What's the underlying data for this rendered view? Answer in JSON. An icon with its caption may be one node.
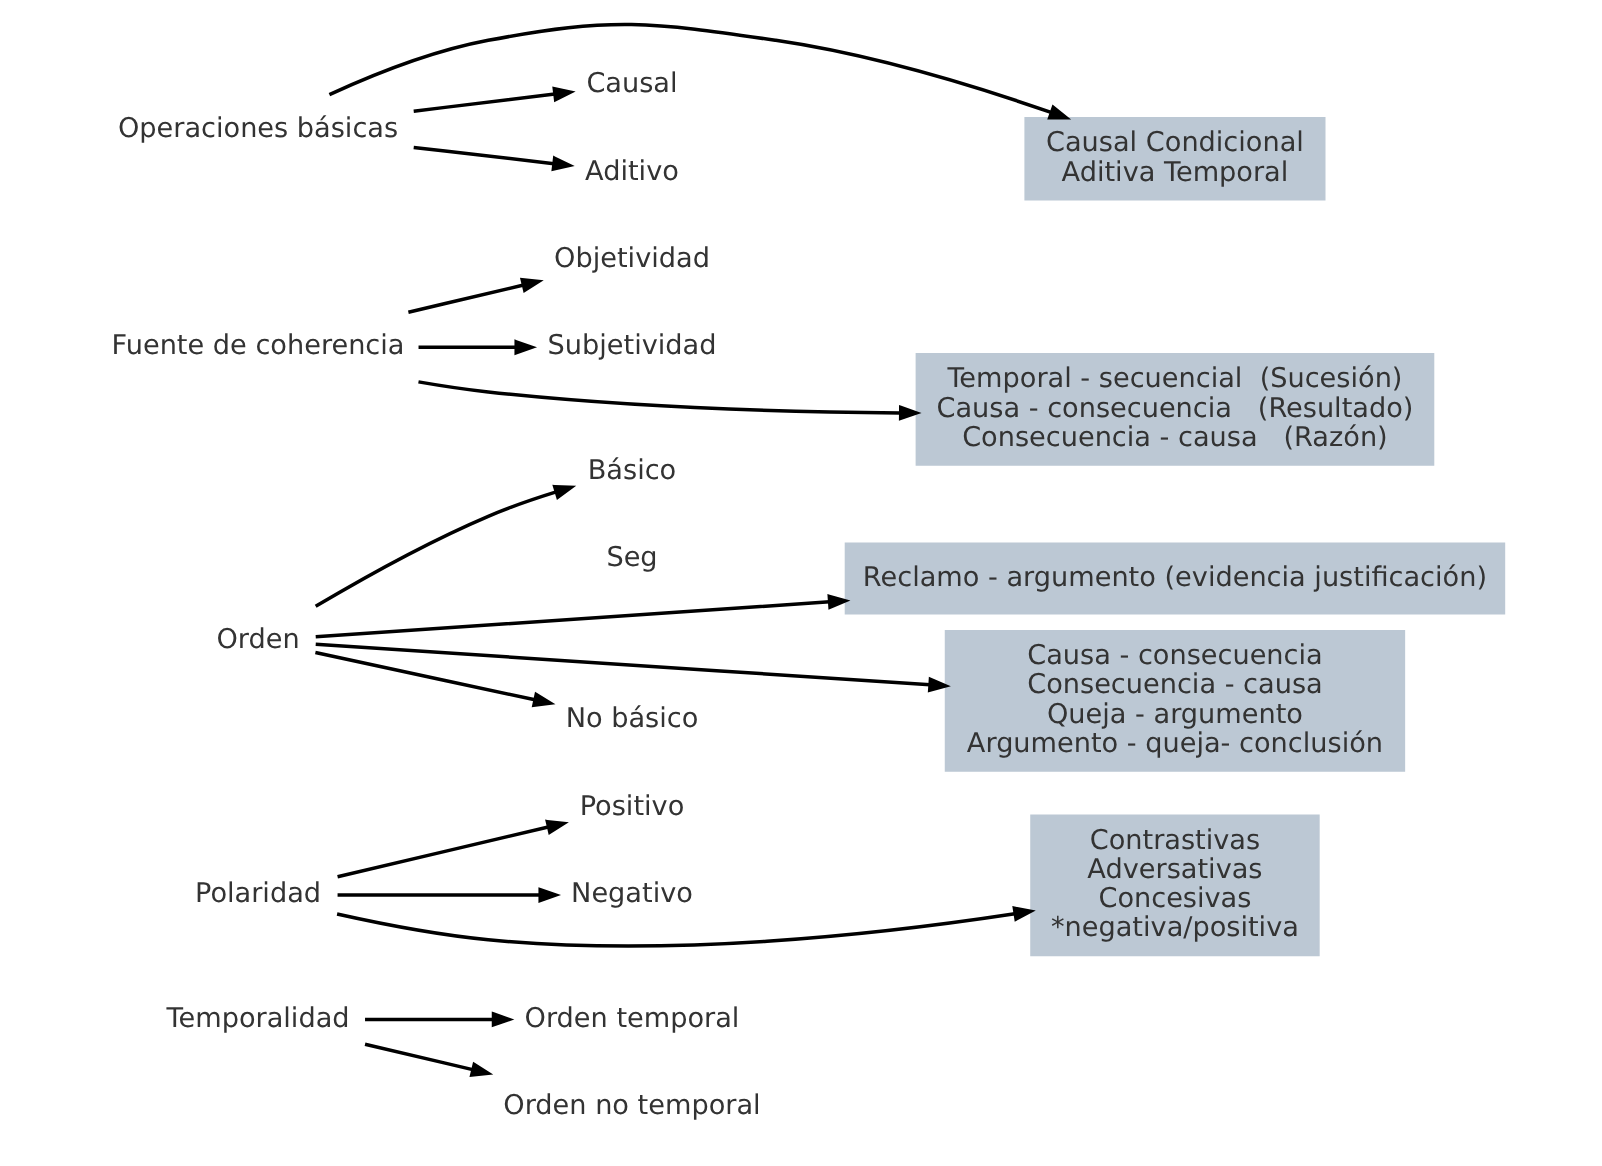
{
  "diagram": {
    "nodes": [
      {
        "text": [
          "Operaciones básicas"
        ]
      },
      {
        "text": [
          "Causal"
        ]
      },
      {
        "text": [
          "Aditivo"
        ]
      },
      {
        "text": [
          "Fuente de coherencia"
        ]
      },
      {
        "text": [
          "Objetividad"
        ]
      },
      {
        "text": [
          "Subjetividad"
        ]
      },
      {
        "text": [
          "Orden"
        ]
      },
      {
        "text": [
          "Básico"
        ]
      },
      {
        "text": [
          "No básico"
        ]
      },
      {
        "text": [
          "Polaridad"
        ]
      },
      {
        "text": [
          "Positivo"
        ]
      },
      {
        "text": [
          "Negativo"
        ]
      },
      {
        "text": [
          "Temporalidad"
        ]
      },
      {
        "text": [
          "Orden temporal"
        ]
      },
      {
        "text": [
          "Orden no temporal"
        ]
      },
      {
        "text": [
          "Causal Condicional",
          "Aditiva Temporal"
        ]
      },
      {
        "text": [
          "Temporal - secuencial  (Sucesión)",
          "Causa - consecuencia   (Resultado)",
          "Consecuencia - causa   (Razón)"
        ]
      },
      {
        "text": [
          "Reclamo - argumento (evidencia justificación)"
        ]
      },
      {
        "text": [
          "Causa - consecuencia",
          "Consecuencia - causa",
          "Queja - argumento",
          "Argumento - queja- conclusión"
        ]
      },
      {
        "text": [
          "Contrastivas",
          "Adversativas",
          "Concesivas",
          "*negativa/positiva"
        ]
      }
    ],
    "edges": [
      {
        "from": 0,
        "to": 15,
        "arrow": "to"
      },
      {
        "from": 0,
        "to": 1,
        "arrow": "to"
      },
      {
        "from": 0,
        "to": 2,
        "arrow": "to"
      },
      {
        "from": 3,
        "to": 16,
        "arrow": "to"
      },
      {
        "from": 3,
        "to": 4,
        "arrow": "to"
      },
      {
        "from": 3,
        "to": 5,
        "arrow": "to"
      },
      {
        "from": 6,
        "to": 17,
        "arrow": "to"
      },
      {
        "from": 6,
        "to": 18,
        "arrow": "to"
      },
      {
        "from": 6,
        "to": 7,
        "arrow": "to"
      },
      {
        "from": 6,
        "to": 8,
        "arrow": "to"
      },
      {
        "from": 9,
        "to": 10,
        "arrow": "to"
      },
      {
        "from": 9,
        "to": 11,
        "arrow": "to"
      },
      {
        "from": 9,
        "to": 19,
        "arrow": "to"
      },
      {
        "from": 12,
        "to": 13,
        "arrow": "to"
      },
      {
        "from": 12,
        "to": 14,
        "arrow": "to"
      }
    ],
    "labels": [
      "Seg"
    ]
  }
}
